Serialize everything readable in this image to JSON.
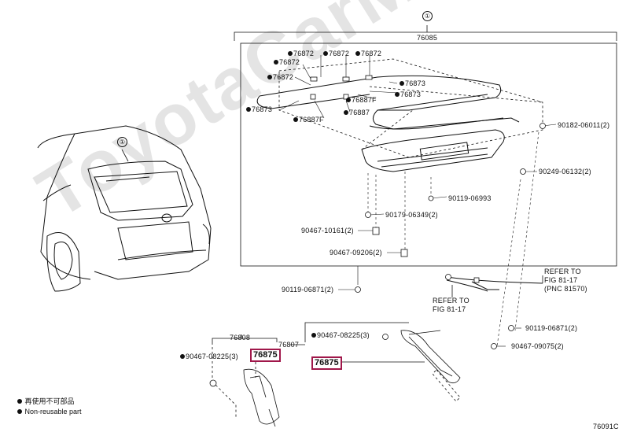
{
  "watermark": "ToyotaCarMasteR.ru",
  "callout_marker": "①",
  "assembly": {
    "number": "76085"
  },
  "group_a": {
    "bracket": "76808",
    "bolt": "90467-08225(3)",
    "highlight": "76875"
  },
  "group_b": {
    "bracket": "76807",
    "bolt": "90467-08225(3)",
    "highlight": "76875"
  },
  "parts": {
    "p76872_1": "76872",
    "p76872_2": "76872",
    "p76872_3": "76872",
    "p76872_4": "76872",
    "p76872_5": "76872",
    "p76873_a": "76873",
    "p76873_b": "76873",
    "p76873_c": "76873",
    "p76887f_a": "76887F",
    "p76887f_b": "76887F",
    "p76887": "76887",
    "n90182": "90182-06011(2)",
    "n90249": "90249-06132(2)",
    "n90119a": "90119-06993",
    "n90179": "90179-06349(2)",
    "n90467a": "90467-10161(2)",
    "n90467b": "90467-09206(2)",
    "n90119b": "90119-06871(2)",
    "n90119c": "90119-06871(2)",
    "n90467c": "90467-09075(2)"
  },
  "refer_1": {
    "line1": "REFER TO",
    "line2": "FIG 81-17",
    "line3": "(PNC 81570)"
  },
  "refer_2": {
    "line1": "REFER TO",
    "line2": "FIG 81-17"
  },
  "legend": {
    "jp": "再使用不可部品",
    "en": "Non-reusable part"
  },
  "figure_code": "76091C"
}
